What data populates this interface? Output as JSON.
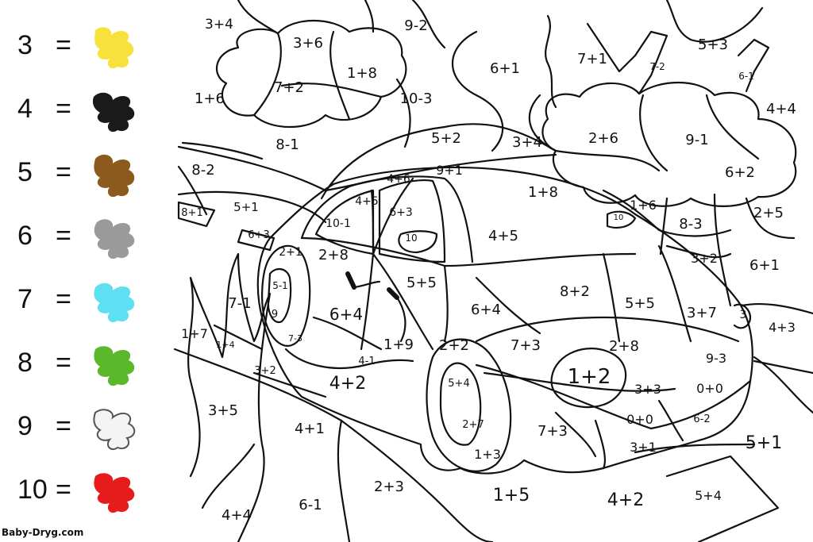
{
  "legend": [
    {
      "number": "3",
      "symbol": "=",
      "color": "#f6e23a",
      "color_name": "yellow"
    },
    {
      "number": "4",
      "symbol": "=",
      "color": "#1a1a1a",
      "color_name": "black"
    },
    {
      "number": "5",
      "symbol": "=",
      "color": "#8b5a1c",
      "color_name": "brown"
    },
    {
      "number": "6",
      "symbol": "=",
      "color": "#9a9a9a",
      "color_name": "gray"
    },
    {
      "number": "7",
      "symbol": "=",
      "color": "#5fe0f2",
      "color_name": "light-blue"
    },
    {
      "number": "8",
      "symbol": "=",
      "color": "#5ab82a",
      "color_name": "green"
    },
    {
      "number": "9",
      "symbol": "=",
      "color": "#f4f4f4",
      "color_name": "white"
    },
    {
      "number": "10",
      "symbol": "=",
      "color": "#e61b1b",
      "color_name": "red"
    }
  ],
  "regions": [
    "3+4",
    "3+6",
    "9-2",
    "7+2",
    "1+8",
    "1+6",
    "10-3",
    "6+1",
    "7+1",
    "5+3",
    "7-2",
    "6-1",
    "4+4",
    "8-1",
    "5+2",
    "3+4",
    "2+6",
    "9-1",
    "8-2",
    "4+6",
    "9+1",
    "6+2",
    "8+1",
    "5+1",
    "4+5",
    "6+3",
    "1+8",
    "1+6",
    "2+5",
    "10-1",
    "6+3",
    "10",
    "10",
    "4+5",
    "8-3",
    "2+1",
    "2+8",
    "3+2",
    "6+1",
    "5-1",
    "5+5",
    "7-1",
    "6+4",
    "6+4",
    "8+2",
    "5+5",
    "3+7",
    "3",
    "9",
    "4+3",
    "1+7",
    "1+4",
    "7-3",
    "1+9",
    "2+2",
    "7+3",
    "2+8",
    "4-1",
    "1+2",
    "9-3",
    "3+2",
    "4+2",
    "5+4",
    "3+3",
    "0+0",
    "3+5",
    "0+0",
    "6-2",
    "4+1",
    "2+7",
    "7+3",
    "3+1",
    "5+1",
    "1+3",
    "2+3",
    "1+5",
    "4+2",
    "5+4",
    "4+4",
    "6-1"
  ],
  "watermark": "Baby-Dryg.com"
}
